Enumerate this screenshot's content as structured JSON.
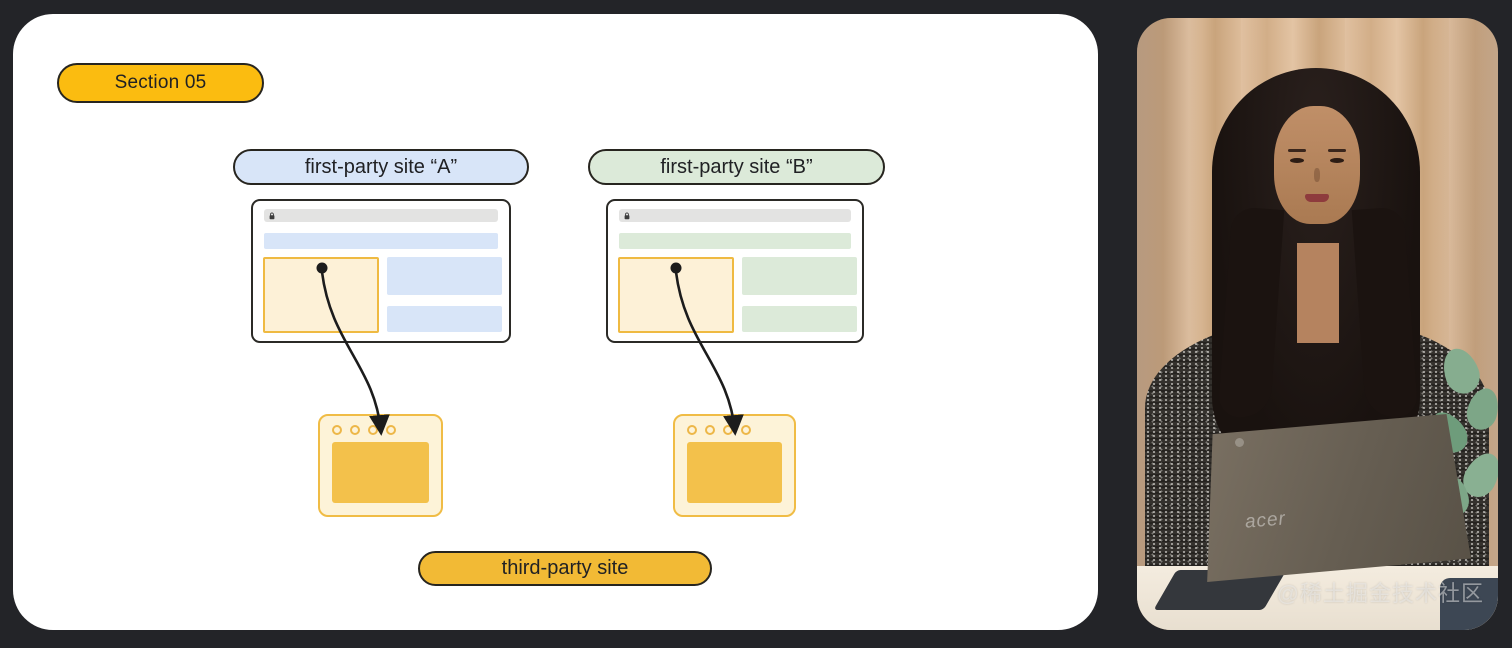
{
  "slide": {
    "section_badge": "Section 05",
    "pills": {
      "site_a": "first-party site “A”",
      "site_b": "first-party site “B”",
      "third_party": "third-party site"
    },
    "colors": {
      "badge_yellow": "#fbbc10",
      "third_party_gold": "#f2ba35",
      "site_a_blue": "#d8e5f8",
      "site_b_green": "#dcead9",
      "embed_frame_cream": "#fdf1d7",
      "embed_frame_border": "#efba42",
      "window_content_amber": "#f3c14b",
      "outline_dark": "#27251f",
      "arrow_black": "#1c1c1c"
    },
    "icons": [
      "lock-icon",
      "window-control-dots",
      "embed-arrow"
    ]
  },
  "video_panel": {
    "laptop_brand": "acer",
    "watermark": "@稀土掘金技术社区"
  }
}
